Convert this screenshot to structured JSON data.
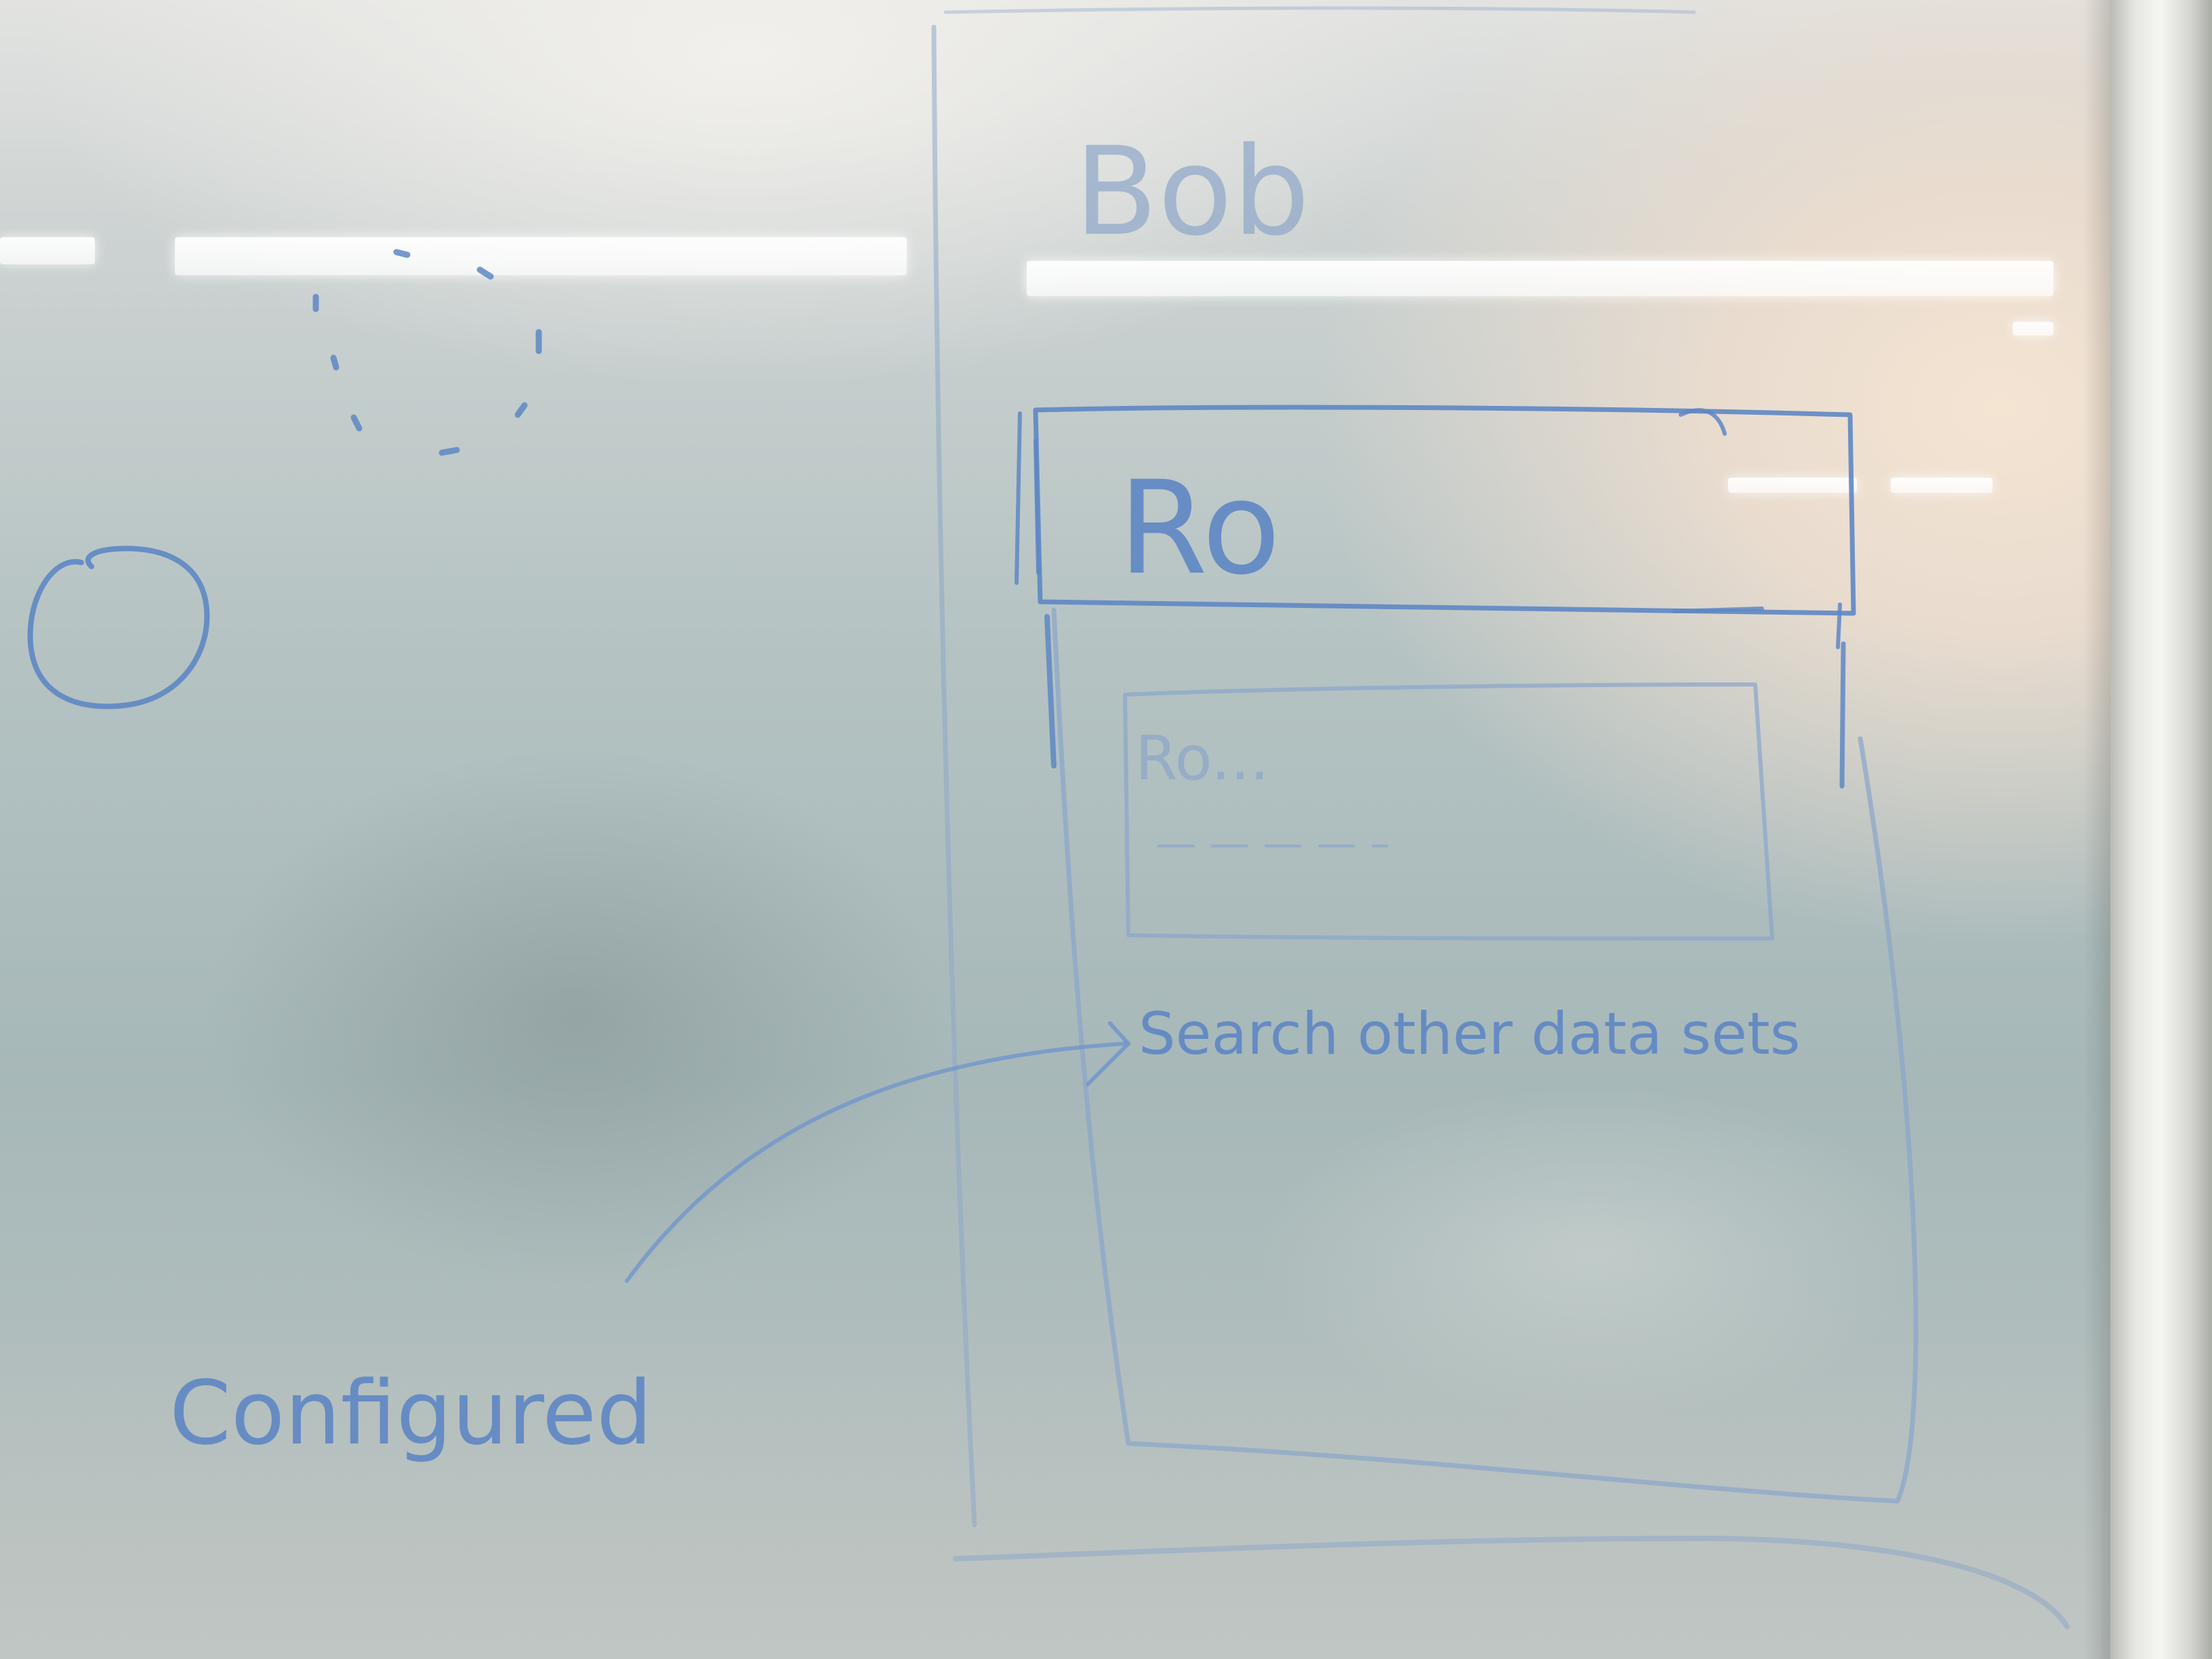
{
  "whiteboard": {
    "title_text": "Bob",
    "header_box_text": "Ro",
    "inner_box_text": "Ro...",
    "inner_box_dashes": "— — — — –",
    "search_text": "Search other data sets",
    "configured_text": "Configured"
  },
  "colors": {
    "marker_blue": "#5e87c4",
    "faded_blue": "#8ea7c9",
    "board": "#b4c2c2"
  }
}
